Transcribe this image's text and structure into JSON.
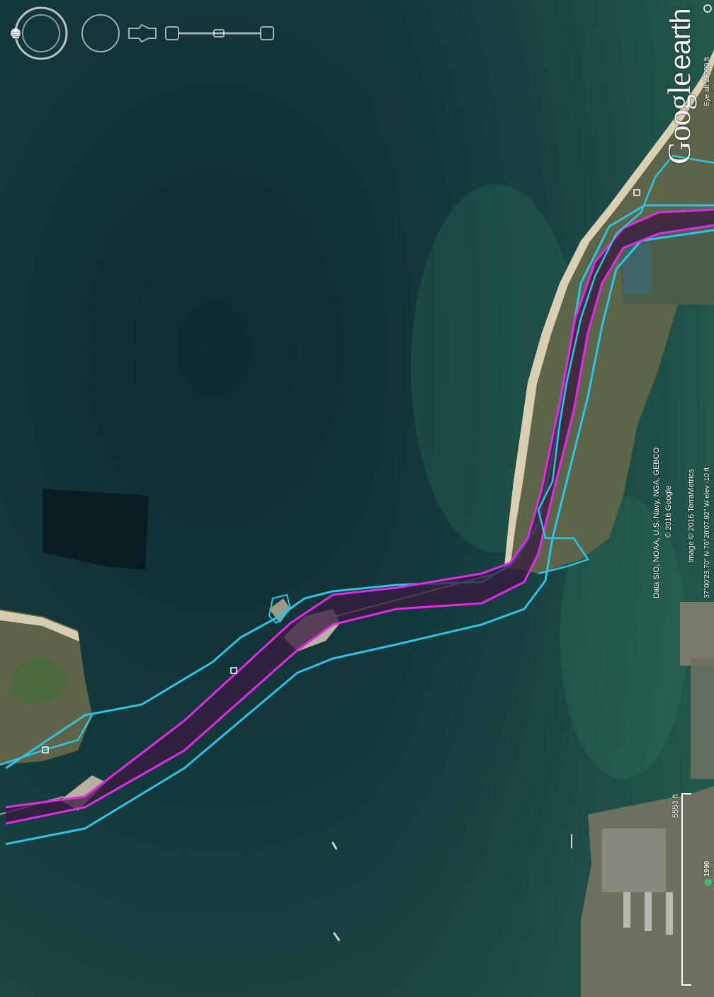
{
  "viewer": {
    "logo_word1": "Google",
    "logo_word2": "earth",
    "compass_label": "N"
  },
  "credits": {
    "line1": "Data SIO, NOAA, U.S. Navy, NGA, GEBCO",
    "line2": "© 2016 Google",
    "line3": "Image © 2016 TerraMetrics"
  },
  "status_bar": {
    "coordinates": "37°00'23.70\" N  76°20'07.92\" W  elev  -10 ft",
    "eye_alt": "Eye alt  23909 ft",
    "historical_year": "1990"
  },
  "scale": {
    "label": "5553 ft"
  },
  "colors": {
    "water": "#0f3038",
    "land": "#6b6e55",
    "beach": "#d8cdb0",
    "corridor_inner": "#e22be8",
    "corridor_outer": "#2fc3e4",
    "corridor_fill": "#3a1a40"
  },
  "icons": [
    "compass-ring-icon",
    "look-joystick-icon",
    "move-joystick-icon",
    "zoom-slider-icon",
    "street-view-icon",
    "clock-icon"
  ]
}
